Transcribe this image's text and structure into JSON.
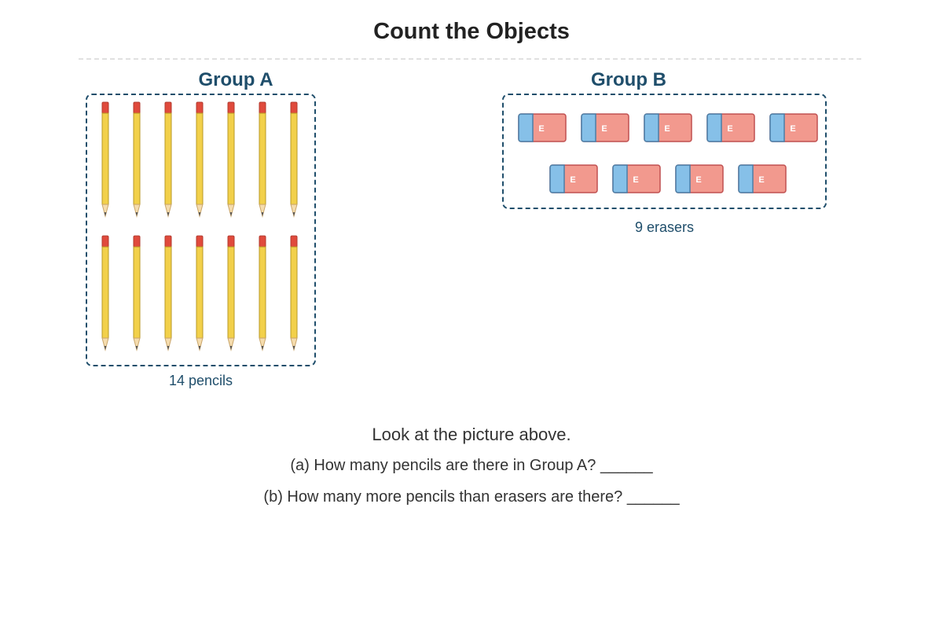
{
  "title": "Count the Objects",
  "group_a": {
    "title": "Group A",
    "caption": "14 pencils",
    "item_icon": "pencil-icon",
    "rows": 2,
    "cols": 7
  },
  "group_b": {
    "title": "Group B",
    "caption": "9 erasers",
    "item_icon": "eraser-icon",
    "eraser_label": "E",
    "row_counts": [
      5,
      4
    ]
  },
  "questions": {
    "instruction": "Look at the picture above.",
    "a": "(a) How many pencils are there in Group A? ______",
    "b": "(b) How many more pencils than erasers are there? ______"
  },
  "colors": {
    "heading": "#1f4e6b",
    "pencil_body": "#f2d04a",
    "pencil_eraser": "#e04a3c",
    "eraser_body": "#f2998e",
    "eraser_sleeve": "#86c0e8"
  }
}
